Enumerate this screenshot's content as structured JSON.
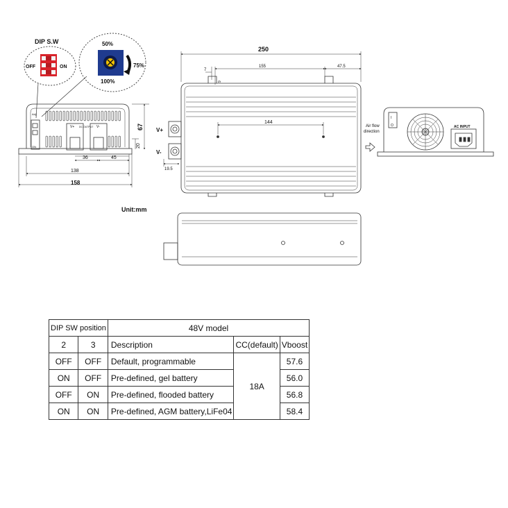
{
  "dip_switch": {
    "title": "DIP S.W",
    "off_label": "OFF",
    "on_label": "ON",
    "board_labels": [
      "Adj.",
      "1",
      "2",
      "3",
      "ON",
      "1 2 3"
    ]
  },
  "knob": {
    "p50": "50%",
    "p75": "75%",
    "p100": "100%"
  },
  "front_view": {
    "dims": {
      "height": "67",
      "base": "20",
      "spacing1": "36",
      "spacing2": "45",
      "inner_width": "138",
      "width": "158"
    },
    "terminal_labels": {
      "vplus": "V+",
      "vminus": "V-",
      "dc_output": "DC OUTPUT"
    },
    "board_text": [
      "ON",
      "1"
    ]
  },
  "top_view": {
    "dims": {
      "length": "250",
      "d7": "7",
      "d155": "155",
      "d47_5": "47.5",
      "d9": "9",
      "mount": "144",
      "d19_5": "19.5"
    },
    "vplus": "V+",
    "vminus": "V-"
  },
  "rear_view": {
    "airflow": "Air flow\ndirection",
    "ac_input": "AC INPUT",
    "switch_labels": [
      "I",
      "O"
    ]
  },
  "unit": "Unit:mm",
  "table": {
    "dip_header": "DIP SW position",
    "model": "48V model",
    "col_headers": [
      "2",
      "3",
      "Description",
      "CC(default)",
      "Vboost"
    ],
    "cc_value": "18A",
    "rows": [
      {
        "sw2": "OFF",
        "sw3": "OFF",
        "desc": "Default, programmable",
        "vboost": "57.6"
      },
      {
        "sw2": "ON",
        "sw3": "OFF",
        "desc": "Pre-defined, gel battery",
        "vboost": "56.0"
      },
      {
        "sw2": "OFF",
        "sw3": "ON",
        "desc": "Pre-defined, flooded battery",
        "vboost": "56.8"
      },
      {
        "sw2": "ON",
        "sw3": "ON",
        "desc": "Pre-defined, AGM battery,LiFe04",
        "vboost": "58.4"
      }
    ]
  },
  "colors": {
    "dip_red": "#d9232a",
    "dip_white": "#f4f4f4",
    "knob_blue": "#1f3b8f",
    "knob_yellow": "#f2c200",
    "line": "#333333"
  }
}
